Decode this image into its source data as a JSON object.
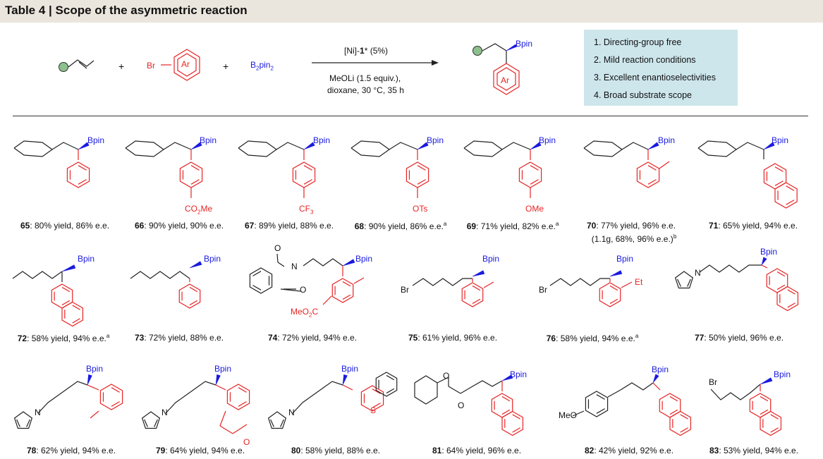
{
  "title": "Table 4 | Scope of the asymmetric reaction",
  "scheme": {
    "plus": "+",
    "br": "Br",
    "ar": "Ar",
    "b2pin2": "B2pin2",
    "catalyst": "[Ni]-1* (5%)",
    "conditions_1": "MeOLi (1.5 equiv.),",
    "conditions_2": "dioxane, 30 °C, 35 h",
    "bpin": "Bpin"
  },
  "features": [
    "1. Directing-group free",
    "2. Mild reaction conditions",
    "3. Excellent enantioselectivities",
    "4. Broad substrate scope"
  ],
  "atom_labels": {
    "bpin": "Bpin",
    "co2me": "CO2Me",
    "cf3": "CF3",
    "ots": "OTs",
    "ome": "OMe",
    "br": "Br",
    "et": "Et",
    "n": "N",
    "s": "S",
    "o": "O",
    "meo": "MeO",
    "meo2c": "MeO2C"
  },
  "compounds": [
    {
      "id": "65",
      "text": ": 80% yield, 86% e.e.",
      "sup": ""
    },
    {
      "id": "66",
      "text": ": 90% yield, 90% e.e.",
      "sup": ""
    },
    {
      "id": "67",
      "text": ": 89% yield, 88% e.e.",
      "sup": ""
    },
    {
      "id": "68",
      "text": ": 90% yield, 86% e.e.",
      "sup": "a"
    },
    {
      "id": "69",
      "text": ": 71% yield, 82% e.e.",
      "sup": "a"
    },
    {
      "id": "70",
      "text": ": 77% yield, 96% e.e.",
      "sup": "",
      "note": "(1.1g, 68%, 96% e.e.)",
      "note_sup": "b"
    },
    {
      "id": "71",
      "text": ": 65% yield, 94% e.e.",
      "sup": ""
    },
    {
      "id": "72",
      "text": ": 58% yield, 94% e.e.",
      "sup": "a"
    },
    {
      "id": "73",
      "text": ": 72% yield, 88% e.e.",
      "sup": ""
    },
    {
      "id": "74",
      "text": ": 72% yield, 94% e.e.",
      "sup": ""
    },
    {
      "id": "75",
      "text": ": 61% yield, 96% e.e.",
      "sup": ""
    },
    {
      "id": "76",
      "text": ": 58% yield, 94% e.e.",
      "sup": "a"
    },
    {
      "id": "77",
      "text": ": 50% yield, 96% e.e.",
      "sup": ""
    },
    {
      "id": "78",
      "text": ": 62% yield, 94% e.e.",
      "sup": ""
    },
    {
      "id": "79",
      "text": ": 64% yield, 94% e.e.",
      "sup": ""
    },
    {
      "id": "80",
      "text": ": 58% yield, 88% e.e.",
      "sup": ""
    },
    {
      "id": "81",
      "text": ": 64% yield, 96% e.e.",
      "sup": ""
    },
    {
      "id": "82",
      "text": ": 42% yield, 92% e.e.",
      "sup": ""
    },
    {
      "id": "83",
      "text": ": 53% yield, 94% e.e.",
      "sup": ""
    }
  ],
  "colors": {
    "aryl_red": "#e62525",
    "boron_blue": "#1a1ae0",
    "header_bg": "#ebe6dd",
    "feature_box_bg": "#cde6ec",
    "alkene_dot": "#8cc08c"
  }
}
